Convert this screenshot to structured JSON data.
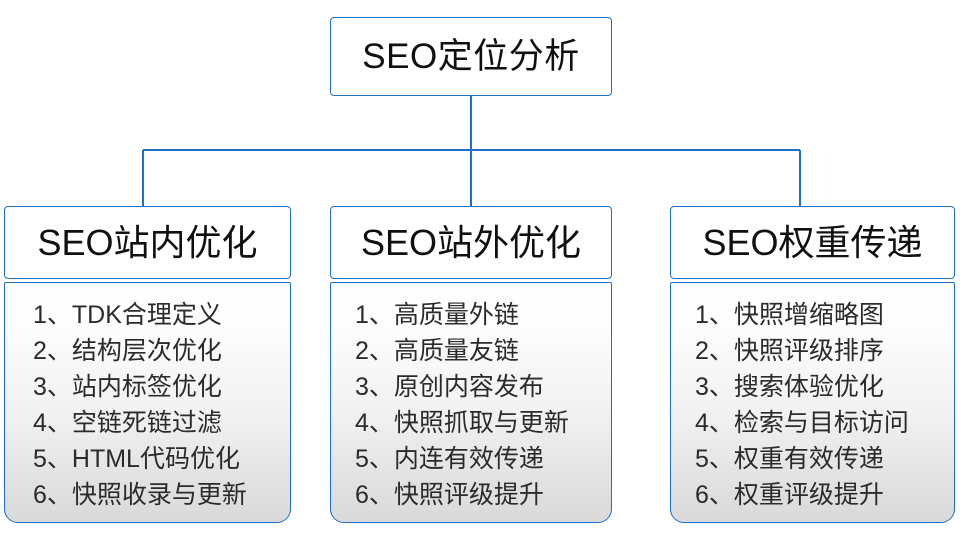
{
  "diagram": {
    "type": "org-tree",
    "line_color": "#1f6fc4",
    "root": {
      "label": "SEO定位分析"
    },
    "branches": [
      {
        "title": "SEO站内优化",
        "items": [
          "1、TDK合理定义",
          "2、结构层次优化",
          "3、站内标签优化",
          "4、空链死链过滤",
          "5、HTML代码优化",
          "6、快照收录与更新"
        ]
      },
      {
        "title": "SEO站外优化",
        "items": [
          "1、高质量外链",
          "2、高质量友链",
          "3、原创内容发布",
          "4、快照抓取与更新",
          "5、内连有效传递",
          "6、快照评级提升"
        ]
      },
      {
        "title": "SEO权重传递",
        "items": [
          "1、快照增缩略图",
          "2、快照评级排序",
          "3、搜索体验优化",
          "4、检索与目标访问",
          "5、权重有效传递",
          "6、权重评级提升"
        ]
      }
    ]
  }
}
